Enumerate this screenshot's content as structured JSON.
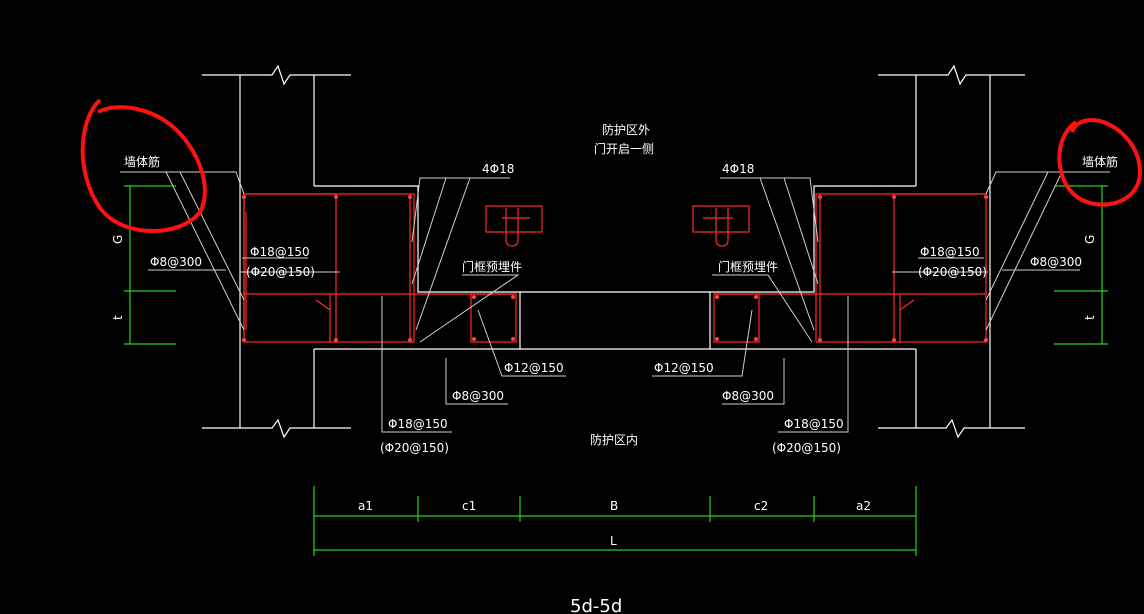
{
  "labels": {
    "outside_zone": "防护区外",
    "door_side": "门开启一侧",
    "inside_zone": "防护区内",
    "wall_rebar_left": "墙体筋",
    "wall_rebar_right": "墙体筋",
    "main_bars_left": "4Φ18",
    "main_bars_right": "4Φ18",
    "door_embed_left": "门框预埋件",
    "door_embed_right": "门框预埋件",
    "rebar_150_left": "Φ18@150",
    "rebar_150_alt_left": "(Φ20@150)",
    "stirrup_300_left": "Φ8@300",
    "rebar_150_right": "Φ18@150",
    "rebar_150_alt_right": "(Φ20@150)",
    "stirrup_300_right": "Φ8@300",
    "frame_rebar_left": "Φ12@150",
    "frame_stirrup_left": "Φ8@300",
    "frame_rebar_right": "Φ12@150",
    "frame_stirrup_right": "Φ8@300",
    "bottom_rebar_left": "Φ18@150",
    "bottom_rebar_alt_left": "(Φ20@150)",
    "bottom_rebar_right": "Φ18@150",
    "bottom_rebar_alt_right": "(Φ20@150)",
    "dim_left_top": "G",
    "dim_left_bottom": "t",
    "dim_right_top": "G",
    "dim_right_bottom": "t",
    "section_title": "5d-5d"
  },
  "dimensions": {
    "a1": "a1",
    "c1": "c1",
    "b": "B",
    "c2": "c2",
    "a2": "a2",
    "total": "L"
  },
  "colors": {
    "background": "#000000",
    "outline": "#ffffff",
    "rebar": "#ff2a2a",
    "dimension": "#22d422",
    "markup": "#ff1111"
  }
}
